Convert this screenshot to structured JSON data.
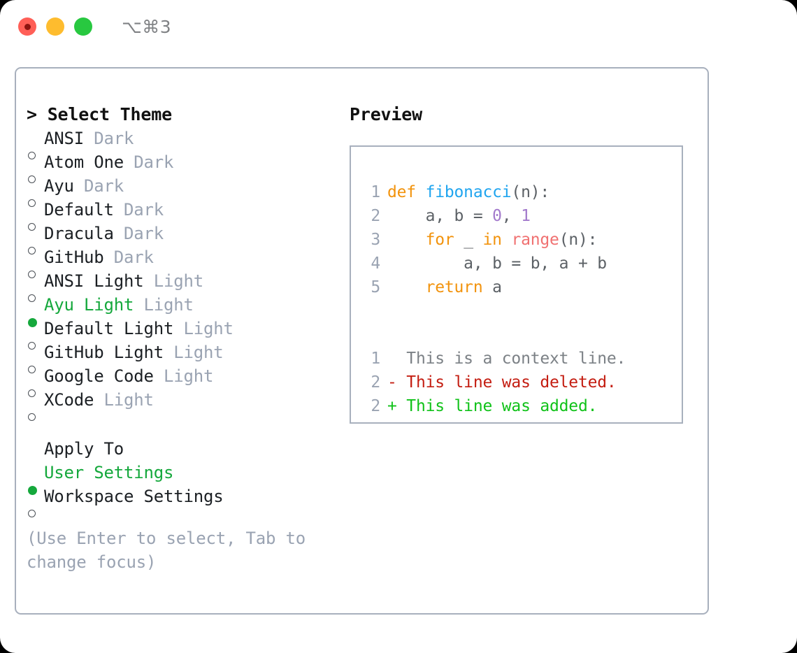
{
  "titlebar": {
    "buttons": [
      {
        "name": "close",
        "color": "#ff5f57"
      },
      {
        "name": "minimize",
        "color": "#febc2e"
      },
      {
        "name": "maximize",
        "color": "#28c840"
      }
    ],
    "shortcut": "⌥⌘3"
  },
  "theme_panel": {
    "heading": "> Select Theme",
    "themes": [
      {
        "marker": "○",
        "selected": false,
        "name": "ANSI",
        "tag": " Dark"
      },
      {
        "marker": "○",
        "selected": false,
        "name": "Atom One",
        "tag": " Dark"
      },
      {
        "marker": "○",
        "selected": false,
        "name": "Ayu",
        "tag": " Dark"
      },
      {
        "marker": "○",
        "selected": false,
        "name": "Default",
        "tag": " Dark"
      },
      {
        "marker": "○",
        "selected": false,
        "name": "Dracula",
        "tag": " Dark"
      },
      {
        "marker": "○",
        "selected": false,
        "name": "GitHub",
        "tag": " Dark"
      },
      {
        "marker": "○",
        "selected": false,
        "name": "ANSI Light",
        "tag": " Light"
      },
      {
        "marker": "●",
        "selected": true,
        "name": "Ayu Light",
        "tag": " Light"
      },
      {
        "marker": "○",
        "selected": false,
        "name": "Default Light",
        "tag": " Light"
      },
      {
        "marker": "○",
        "selected": false,
        "name": "GitHub Light",
        "tag": " Light"
      },
      {
        "marker": "○",
        "selected": false,
        "name": "Google Code",
        "tag": " Light"
      },
      {
        "marker": "○",
        "selected": false,
        "name": "XCode",
        "tag": " Light"
      }
    ],
    "apply_to": {
      "heading": "Apply To",
      "options": [
        {
          "marker": "●",
          "selected": true,
          "label": "User Settings"
        },
        {
          "marker": "○",
          "selected": false,
          "label": "Workspace Settings"
        }
      ]
    },
    "hint_line_1": "(Use Enter to select, Tab to",
    "hint_line_2": "change focus)"
  },
  "preview": {
    "heading": "Preview",
    "code_lines": [
      {
        "number": "1",
        "tokens": [
          {
            "text": "def ",
            "style": "t-kw"
          },
          {
            "text": "fibonacci",
            "style": "t-fn"
          },
          {
            "text": "(n):",
            "style": "t-plain"
          }
        ]
      },
      {
        "number": "2",
        "tokens": [
          {
            "text": "    a, b = ",
            "style": "t-plain"
          },
          {
            "text": "0",
            "style": "t-num"
          },
          {
            "text": ", ",
            "style": "t-plain"
          },
          {
            "text": "1",
            "style": "t-num"
          }
        ]
      },
      {
        "number": "3",
        "tokens": [
          {
            "text": "    ",
            "style": "t-plain"
          },
          {
            "text": "for",
            "style": "t-kw"
          },
          {
            "text": " _ ",
            "style": "t-plain"
          },
          {
            "text": "in",
            "style": "t-kw"
          },
          {
            "text": " ",
            "style": "t-plain"
          },
          {
            "text": "range",
            "style": "t-builtin"
          },
          {
            "text": "(n):",
            "style": "t-plain"
          }
        ]
      },
      {
        "number": "4",
        "tokens": [
          {
            "text": "        a, b = b, a + b",
            "style": "t-plain"
          }
        ]
      },
      {
        "number": "5",
        "tokens": [
          {
            "text": "    ",
            "style": "t-plain"
          },
          {
            "text": "return",
            "style": "t-kw"
          },
          {
            "text": " a",
            "style": "t-plain"
          }
        ]
      }
    ],
    "diff_lines": [
      {
        "number": "1",
        "prefix": "  ",
        "text": "This is a context line.",
        "style": "t-ctx"
      },
      {
        "number": "2",
        "prefix": "- ",
        "text": "This line was deleted.",
        "style": "t-del"
      },
      {
        "number": "2",
        "prefix": "+ ",
        "text": "This line was added.",
        "style": "t-add"
      }
    ]
  },
  "colors": {
    "accent_green": "#15a83c",
    "muted_gray": "#9aa3b2",
    "border": "#a8b0bd",
    "keyword_orange": "#f2930d",
    "function_blue": "#20a5ef",
    "number_purple": "#a37acc",
    "builtin_salmon": "#f07171",
    "diff_delete_red": "#c41e12",
    "diff_add_green": "#10c219"
  }
}
